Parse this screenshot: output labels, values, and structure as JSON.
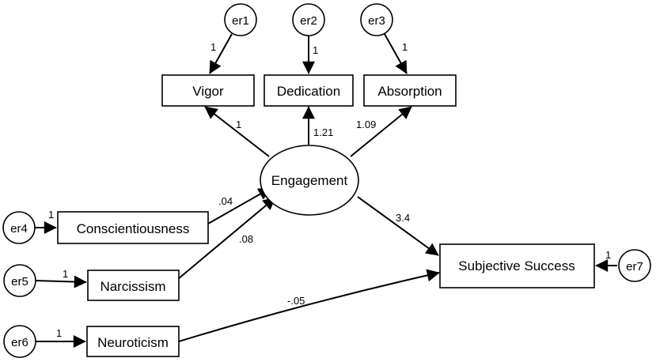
{
  "nodes": {
    "vigor": "Vigor",
    "dedication": "Dedication",
    "absorption": "Absorption",
    "engagement": "Engagement",
    "conscientiousness": "Conscientiousness",
    "narcissism": "Narcissism",
    "neuroticism": "Neuroticism",
    "subjective_success": "Subjective Success"
  },
  "errors": {
    "er1": "er1",
    "er2": "er2",
    "er3": "er3",
    "er4": "er4",
    "er5": "er5",
    "er6": "er6",
    "er7": "er7"
  },
  "paths": {
    "er1_vigor": "1",
    "er2_dedication": "1",
    "er3_absorption": "1",
    "engagement_vigor": "1",
    "engagement_dedication": "1.21",
    "engagement_absorption": "1.09",
    "er4_conscientiousness": "1",
    "er5_narcissism": "1",
    "er6_neuroticism": "1",
    "er7_subjective_success": "1",
    "conscientiousness_engagement": ".04",
    "narcissism_engagement": ".08",
    "engagement_subjective_success": "3.4",
    "neuroticism_subjective_success": "-.05"
  },
  "colors": {
    "stroke": "#000000",
    "fill": "#ffffff",
    "background": "#ffffff"
  }
}
